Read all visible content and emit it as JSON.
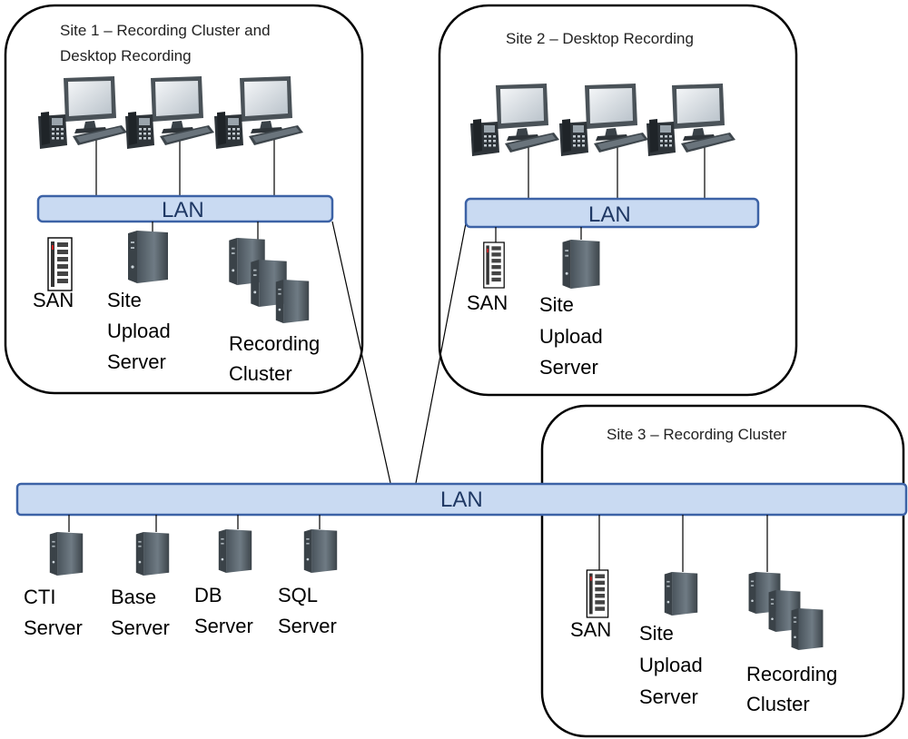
{
  "sites": {
    "site1": {
      "title_line1": "Site 1 – Recording Cluster and",
      "title_line2": "Desktop Recording",
      "lan": "LAN"
    },
    "site2": {
      "title": "Site 2 – Desktop Recording",
      "lan": "LAN"
    },
    "site3": {
      "title": "Site 3 – Recording Cluster"
    }
  },
  "main_lan": "LAN",
  "labels": {
    "san": "SAN",
    "site_upload": [
      "Site",
      "Upload",
      "Server"
    ],
    "recording_cluster": [
      "Recording",
      "Cluster"
    ],
    "cti_server": [
      "CTI",
      "Server"
    ],
    "base_server": [
      "Base",
      "Server"
    ],
    "db_server": [
      "DB",
      "Server"
    ],
    "sql_server": [
      "SQL",
      "Server"
    ]
  },
  "icons": {
    "workstation": "workstation-icon",
    "server": "server-icon",
    "san": "san-storage-icon",
    "cluster": "server-cluster-icon"
  },
  "colors": {
    "lan_fill": "#c9daf2",
    "lan_stroke": "#3c62a6",
    "lan_text": "#1f3864",
    "server": "#5f6b74"
  }
}
